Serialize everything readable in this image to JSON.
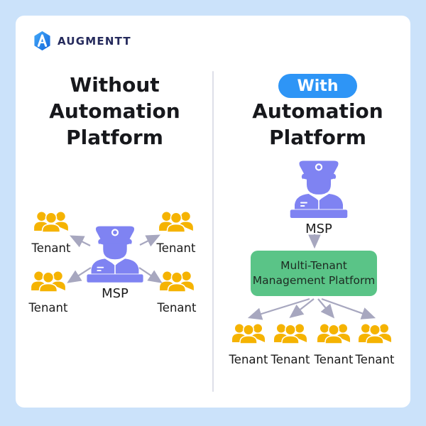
{
  "page": {
    "background_color": "#CBE2FA",
    "card_color": "#FFFFFF"
  },
  "logo": {
    "text": "AUGMENTT",
    "text_color": "#252A5C",
    "icon": "augmentt-hexagon-a-icon",
    "icon_colors": [
      "#41A8F9",
      "#1668DB"
    ]
  },
  "left_panel": {
    "title_lines": [
      "Without",
      "Automation",
      "Platform"
    ],
    "msp_label": "MSP",
    "tenant_labels": [
      "Tenant",
      "Tenant",
      "Tenant",
      "Tenant"
    ]
  },
  "right_panel": {
    "badge": "With",
    "badge_color": "#2E95F6",
    "title_lines": [
      "Automation",
      "Platform"
    ],
    "msp_label": "MSP",
    "platform_box": {
      "lines": [
        "Multi-Tenant",
        "Management Platform"
      ],
      "color": "#5AC487",
      "text_color": "#1D2A22"
    },
    "tenant_labels": [
      "Tenant",
      "Tenant",
      "Tenant",
      "Tenant"
    ]
  },
  "icons": {
    "msp": "police-officer-at-desk-icon",
    "tenant": "people-group-icon"
  },
  "colors": {
    "officer": "#7F83F2",
    "tenant": "#F5B301",
    "arrow": "#A7A7BF",
    "heading_text": "#17181C",
    "divider": "#DEDFE8"
  }
}
